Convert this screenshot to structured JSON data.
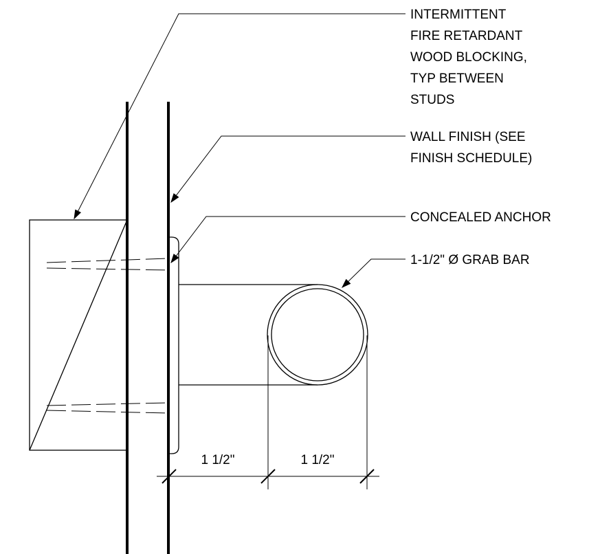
{
  "detail": {
    "notes": {
      "blocking": [
        "INTERMITTENT",
        "FIRE RETARDANT",
        "WOOD BLOCKING,",
        "TYP BETWEEN",
        "STUDS"
      ],
      "wall_finish": [
        "WALL FINISH  (SEE",
        "FINISH SCHEDULE)"
      ],
      "anchor": "CONCEALED ANCHOR",
      "grab_bar": "1-1/2\" Ø GRAB BAR"
    },
    "dimensions": [
      "1 1/2\"",
      "1 1/2\""
    ]
  }
}
